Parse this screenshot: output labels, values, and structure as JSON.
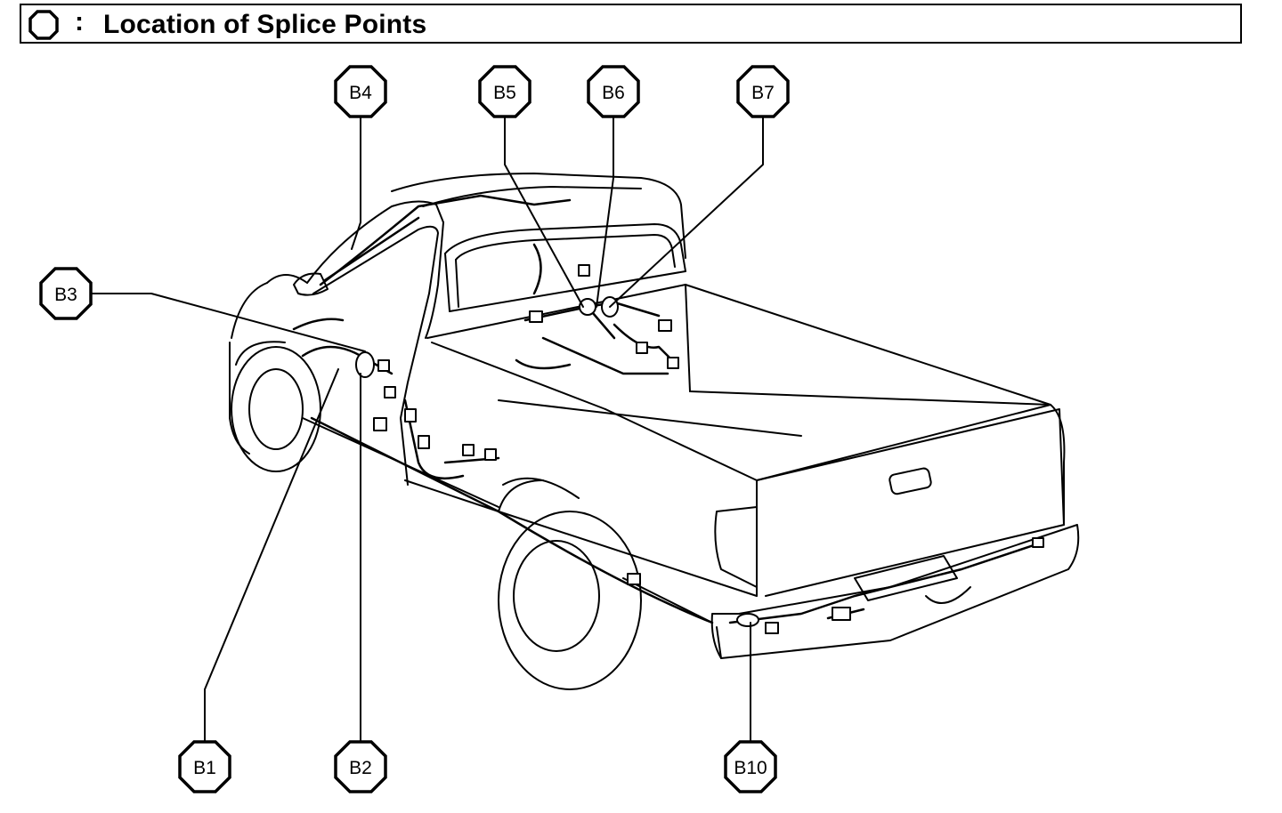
{
  "header": {
    "title": "Location of Splice Points",
    "separator": ":",
    "icon": "octagon-outline-icon"
  },
  "callouts": [
    {
      "id": "b1",
      "label": "B1"
    },
    {
      "id": "b2",
      "label": "B2"
    },
    {
      "id": "b3",
      "label": "B3"
    },
    {
      "id": "b4",
      "label": "B4"
    },
    {
      "id": "b5",
      "label": "B5"
    },
    {
      "id": "b6",
      "label": "B6"
    },
    {
      "id": "b7",
      "label": "B7"
    },
    {
      "id": "b10",
      "label": "B10"
    }
  ],
  "colors": {
    "line": "#000000",
    "background": "#ffffff"
  }
}
